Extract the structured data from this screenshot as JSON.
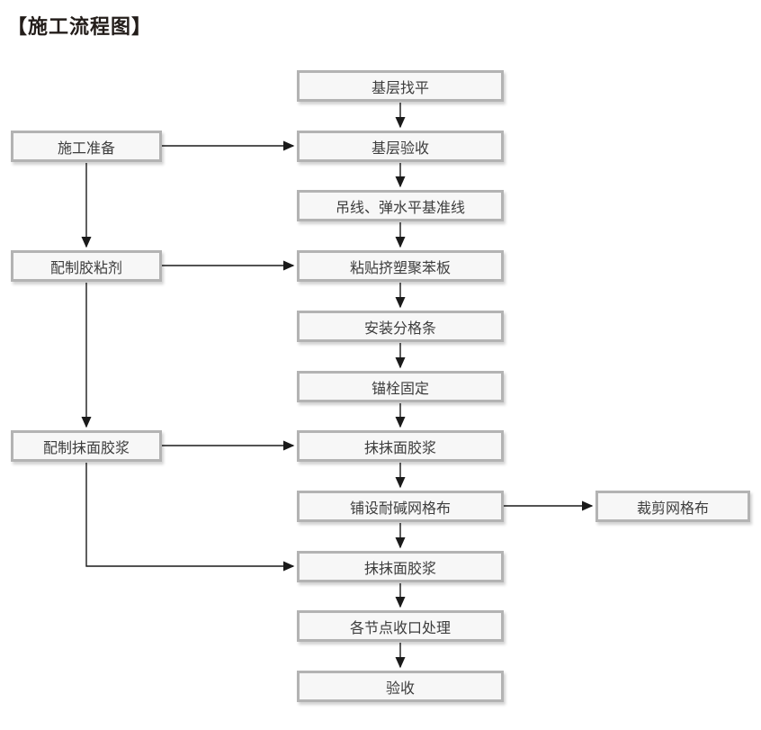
{
  "title": "【施工流程图】",
  "flowchart": {
    "main_steps": [
      "基层找平",
      "基层验收",
      "吊线、弹水平基准线",
      "粘贴挤塑聚苯板",
      "安装分格条",
      "锚栓固定",
      "抹抹面胶浆",
      "铺设耐碱网格布",
      "抹抹面胶浆",
      "各节点收口处理",
      "验收"
    ],
    "left_steps": [
      "施工准备",
      "配制胶粘剂",
      "配制抹面胶浆"
    ],
    "right_steps": [
      "裁剪网格布"
    ]
  },
  "colors": {
    "box_border": "#b3b3b3",
    "box_fill": "#f7f7f7",
    "box_text": "#3d3d3d",
    "connector_line": "#1a1a1a",
    "title_text": "#231d1a",
    "background": "#ffffff"
  }
}
